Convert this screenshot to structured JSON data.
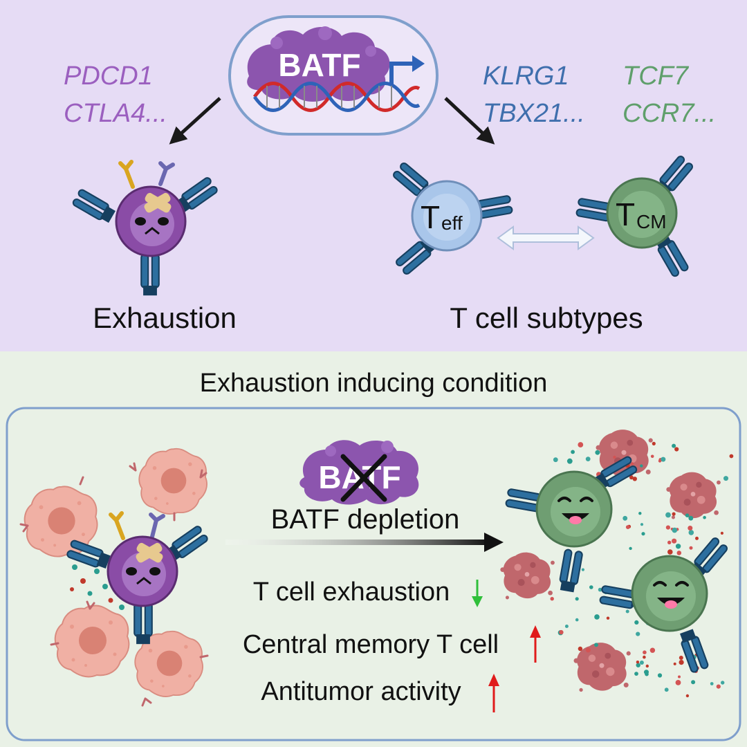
{
  "top_panel": {
    "tf": {
      "label": "BATF"
    },
    "genes_left": [
      "PDCD1",
      "CTLA4..."
    ],
    "genes_mid": [
      "KLRG1",
      "TBX21..."
    ],
    "genes_right": [
      "TCF7",
      "CCR7..."
    ],
    "cell_teff": {
      "main": "T",
      "sub": "eff"
    },
    "cell_tcm": {
      "main": "T",
      "sub": "CM"
    },
    "caption_left": "Exhaustion",
    "caption_right": "T cell subtypes"
  },
  "bottom_panel": {
    "heading": "Exhaustion inducing condition",
    "tf_label": "BATF",
    "arrow_label": "BATF depletion",
    "outcomes": [
      {
        "text": "T cell exhaustion",
        "direction": "down"
      },
      {
        "text": "Central memory T cell",
        "direction": "up"
      },
      {
        "text": "Antitumor activity",
        "direction": "up"
      }
    ]
  },
  "colors": {
    "top_bg": "#e6dcf5",
    "bottom_bg": "#e9f1e6",
    "exhausted_cell": "#8a4ca6",
    "teff_cell": "#a9c6ea",
    "tcm_cell": "#6f9e72",
    "receptor": "#2d6f9f",
    "gene_purple": "#9b5fbf",
    "gene_blue": "#3f6fad",
    "gene_green": "#5f9f6b",
    "arrow_up": "#e01b1b",
    "arrow_down": "#2fbf3a",
    "tumor": "#f0b0a4",
    "tumor_debris": "#c0676c"
  },
  "icons": [
    "batf-protein-icon",
    "dna-helix-icon",
    "transcription-arrow-icon",
    "exhausted-t-cell-icon",
    "effector-t-cell-icon",
    "central-memory-t-cell-icon",
    "tumor-cell-icon",
    "tumor-debris-icon",
    "happy-t-cell-icon",
    "cross-mark-icon"
  ]
}
